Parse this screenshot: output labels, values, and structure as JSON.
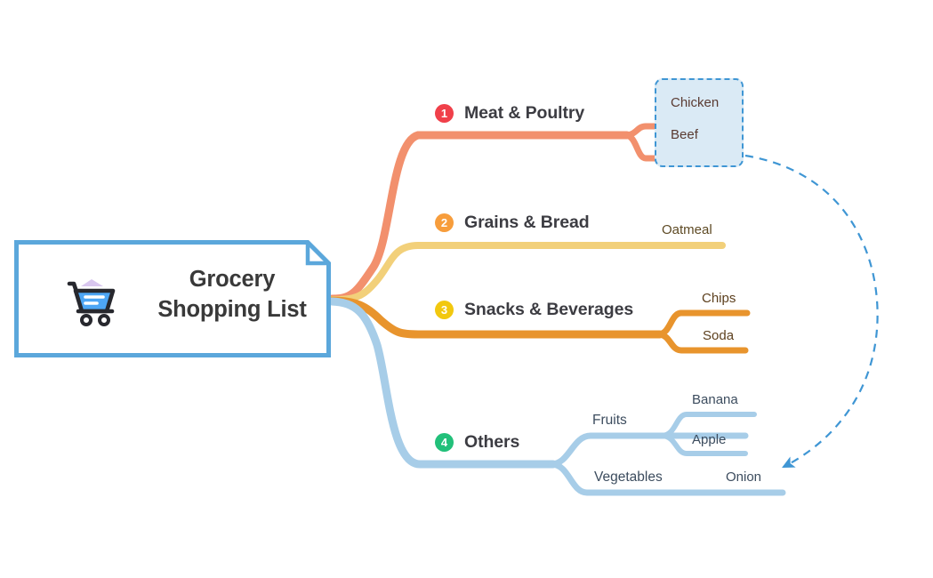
{
  "central": {
    "title_line1": "Grocery",
    "title_line2": "Shopping List",
    "icon": "shopping-cart-icon",
    "border_color": "#5ba7db",
    "fill_color": "#ffffff"
  },
  "branches": [
    {
      "number": "1",
      "label": "Meat & Poultry",
      "badge_color": "#f0404a",
      "branch_color": "#f2906d",
      "text_color": "#5a3b32",
      "children": [
        {
          "label": "Chicken"
        },
        {
          "label": "Beef"
        }
      ]
    },
    {
      "number": "2",
      "label": "Grains & Bread",
      "badge_color": "#f79d3c",
      "branch_color": "#f2d07a",
      "text_color": "#5e4a24",
      "children": [
        {
          "label": "Oatmeal"
        }
      ]
    },
    {
      "number": "3",
      "label": "Snacks & Beverages",
      "badge_color": "#f2c80f",
      "branch_color": "#e8942d",
      "text_color": "#5c3f1d",
      "children": [
        {
          "label": "Chips"
        },
        {
          "label": "Soda"
        }
      ]
    },
    {
      "number": "4",
      "label": "Others",
      "badge_color": "#22c07a",
      "branch_color": "#a7cde8",
      "text_color": "#3c4c5e",
      "children": [
        {
          "label": "Fruits",
          "children": [
            {
              "label": "Banana"
            },
            {
              "label": "Apple"
            }
          ]
        },
        {
          "label": "Vegetables",
          "children": [
            {
              "label": "Onion"
            }
          ]
        }
      ]
    }
  ],
  "selection": {
    "target": "Meat & Poultry children",
    "border_color": "#3f96d4",
    "fill_color": "#daeaf5"
  },
  "relationship_arrow": {
    "from": "Meat & Poultry selection",
    "to": "Onion",
    "color": "#3f96d4",
    "style": "dashed"
  }
}
